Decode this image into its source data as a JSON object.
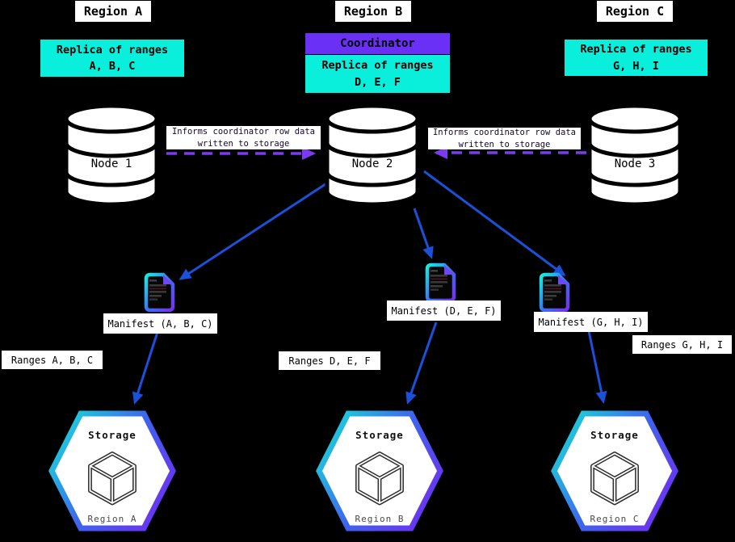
{
  "regions": [
    {
      "header": "Region A",
      "replica": "Replica of ranges\nA, B, C",
      "node_label": "Node 1",
      "manifest_label": "Manifest (A, B, C)",
      "ranges_label": "Ranges A, B, C",
      "storage_title": "Storage",
      "storage_region": "Region A"
    },
    {
      "header": "Region B",
      "coordinator_label": "Coordinator",
      "replica": "Replica of ranges\nD, E, F",
      "node_label": "Node 2",
      "manifest_label": "Manifest (D, E, F)",
      "ranges_label": "Ranges D, E, F",
      "storage_title": "Storage",
      "storage_region": "Region B"
    },
    {
      "header": "Region C",
      "replica": "Replica of ranges\nG, H, I",
      "node_label": "Node 3",
      "manifest_label": "Manifest (G, H, I)",
      "ranges_label": "Ranges G, H, I",
      "storage_title": "Storage",
      "storage_region": "Region C"
    }
  ],
  "edges": {
    "node1_to_coordinator_label": "Informs coordinator row data\nwritten to storage",
    "node3_to_coordinator_label": "Informs coordinator row data\nwritten to storage"
  },
  "colors": {
    "background": "#000000",
    "replica_cyan": "#0aefdc",
    "coordinator_purple": "#6a30f5",
    "dashed_arrow_purple": "#7c3af2",
    "solid_arrow_blue": "#1b50d9",
    "icon_gradient_start": "#14efe0",
    "icon_gradient_end": "#7a2ff0"
  }
}
